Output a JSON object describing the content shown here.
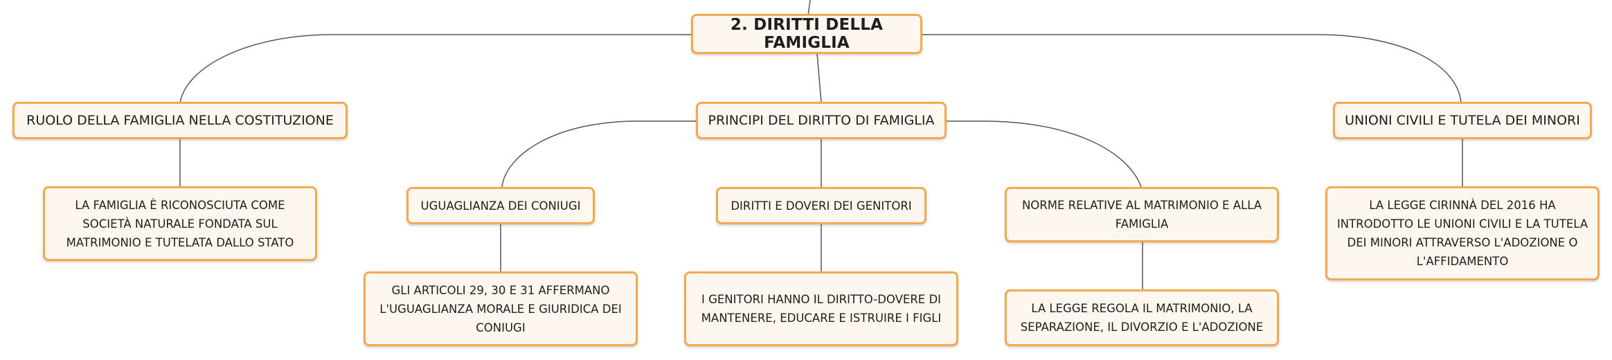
{
  "mindmap": {
    "root": {
      "label": "2. DIRITTI DELLA FAMIGLIA"
    },
    "branches": [
      {
        "label": "RUOLO DELLA FAMIGLIA NELLA COSTITUZIONE",
        "detail": "LA FAMIGLIA È RICONOSCIUTA COME\nSOCIETÀ NATURALE FONDATA SUL\nMATRIMONIO E TUTELATA DALLO STATO"
      },
      {
        "label": "PRINCIPI DEL DIRITTO DI FAMIGLIA",
        "children": [
          {
            "label": "UGUAGLIANZA DEI CONIUGI",
            "detail": "GLI ARTICOLI 29, 30 E 31 AFFERMANO\nL'UGUAGLIANZA MORALE E GIURIDICA DEI\nCONIUGI"
          },
          {
            "label": "DIRITTI E DOVERI DEI GENITORI",
            "detail": "I GENITORI HANNO IL DIRITTO-DOVERE DI\nMANTENERE, EDUCARE E ISTRUIRE I FIGLI"
          },
          {
            "label": "NORME RELATIVE AL MATRIMONIO E ALLA\nFAMIGLIA",
            "detail": "LA LEGGE REGOLA IL MATRIMONIO, LA\nSEPARAZIONE, IL DIVORZIO E L'ADOZIONE"
          }
        ]
      },
      {
        "label": "UNIONI CIVILI E TUTELA DEI MINORI",
        "detail": "LA LEGGE CIRINNÀ DEL 2016 HA\nINTRODOTTO LE UNIONI CIVILI E LA TUTELA\nDEI MINORI ATTRAVERSO L'ADOZIONE O\nL'AFFIDAMENTO"
      }
    ]
  },
  "colors": {
    "node_border": "#f5a94e",
    "node_fill": "#fef7ef",
    "connector": "#555555",
    "text": "#1e1e1e"
  }
}
